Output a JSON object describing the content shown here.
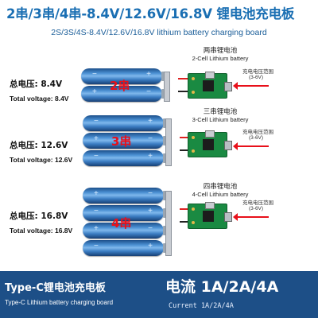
{
  "header": {
    "title": "2串/3串/4串-8.4V/12.6V/16.8V 锂电池充电板",
    "subtitle": "2S/3S/4S-8.4V/12.6V/16.8V lithium battery charging board"
  },
  "sections": [
    {
      "voltage_cn": "总电压:  8.4V",
      "voltage_en": "Total voltage:  8.4V",
      "series_tag": "2串",
      "board_title_cn": "两串锂电池",
      "board_title_en": "2-Cell Lithium battery",
      "range_cn": "充电电压范围",
      "range_en": "(3-6V)",
      "cells": [
        {
          "minus": "−",
          "plus": "+"
        },
        {
          "minus": "+",
          "plus": "−"
        }
      ]
    },
    {
      "voltage_cn": "总电压:  12.6V",
      "voltage_en": "Total voltage:  12.6V",
      "series_tag": "3串",
      "board_title_cn": "三串锂电池",
      "board_title_en": "3-Cell Lithium battery",
      "range_cn": "充电电压范围",
      "range_en": "(3-6V)",
      "cells": [
        {
          "minus": "−",
          "plus": "+"
        },
        {
          "minus": "+",
          "plus": "−"
        },
        {
          "minus": "−",
          "plus": "+"
        }
      ]
    },
    {
      "voltage_cn": "总电压:  16.8V",
      "voltage_en": "Total voltage:  16.8V",
      "series_tag": "4串",
      "board_title_cn": "四串锂电池",
      "board_title_en": "4-Cell Lithium battery",
      "range_cn": "充电电压范围",
      "range_en": "(3-6V)",
      "cells": [
        {
          "minus": "+",
          "plus": "−"
        },
        {
          "minus": "−",
          "plus": "+"
        },
        {
          "minus": "+",
          "plus": "−"
        },
        {
          "minus": "−",
          "plus": "+"
        }
      ]
    }
  ],
  "footer": {
    "left_title": "Type-C锂电池充电板",
    "left_sub": "Type-C Lithium battery charging board",
    "right_title": "电流 1A/2A/4A",
    "right_sub": "Current 1A/2A/4A"
  },
  "colors": {
    "title_blue": "#1a6fb3",
    "footer_bg": "#1d4f87",
    "tag_red": "#e8101a",
    "board_green": "#1a8a42"
  }
}
